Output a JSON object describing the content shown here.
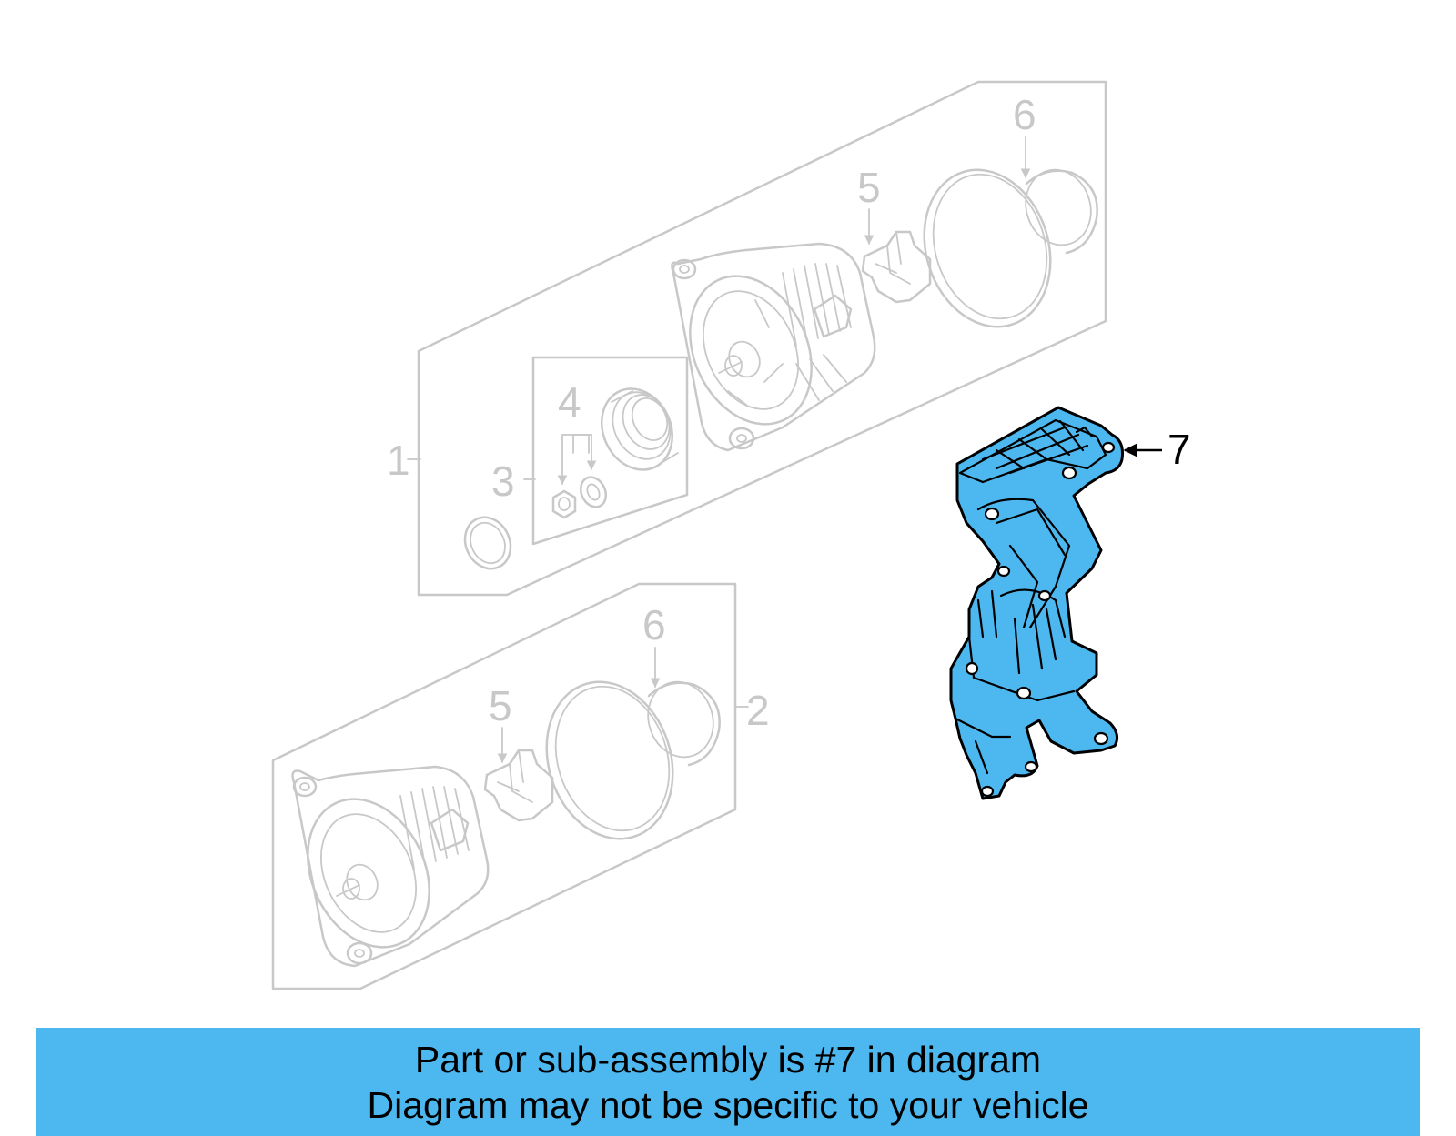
{
  "callouts": {
    "c1": "1",
    "c2": "2",
    "c3": "3",
    "c4": "4",
    "c5_top": "5",
    "c6_top": "6",
    "c5_bottom": "5",
    "c6_bottom": "6",
    "c7": "7"
  },
  "highlighted_part": "7",
  "colors": {
    "highlight": "#4db8f0",
    "ghost_line": "#c8c8c8",
    "banner_bg": "#4db8f0"
  },
  "banner": {
    "line1": "Part or sub-assembly is #7 in diagram",
    "line2": "Diagram may not be specific to your vehicle"
  }
}
